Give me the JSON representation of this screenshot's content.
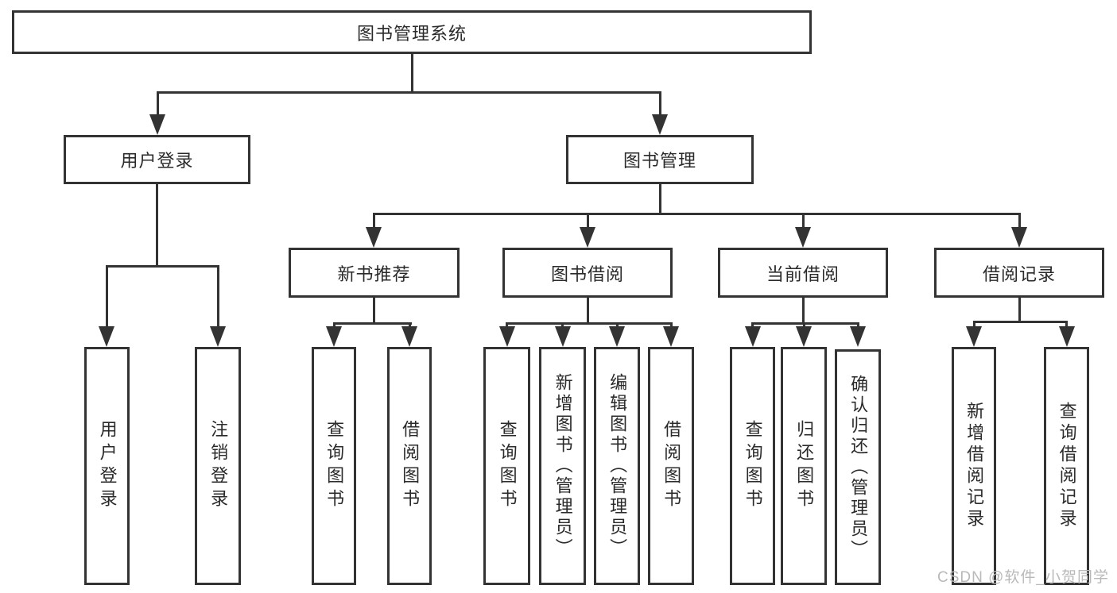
{
  "diagram": {
    "title_node": {
      "label": "图书管理系统"
    },
    "level2": [
      {
        "id": "user-login",
        "label": "用户登录"
      },
      {
        "id": "book-management",
        "label": "图书管理"
      }
    ],
    "level3": [
      {
        "id": "new-book-recommend",
        "label": "新书推荐"
      },
      {
        "id": "book-borrow",
        "label": "图书借阅"
      },
      {
        "id": "current-borrow",
        "label": "当前借阅"
      },
      {
        "id": "borrow-records",
        "label": "借阅记录"
      }
    ],
    "level4": {
      "user_login_children": [
        "用户登录",
        "注销登录"
      ],
      "new_book_children": [
        "查询图书",
        "借阅图书"
      ],
      "book_borrow_children": [
        "查询图书",
        "新增图书（管理员）",
        "编辑图书（管理员）",
        "借阅图书"
      ],
      "current_borrow_children": [
        "查询图书",
        "归还图书",
        "确认归还（管理员）"
      ],
      "borrow_record_children": [
        "新增借阅记录",
        "查询借阅记录"
      ]
    },
    "colors": {
      "line": "#333333",
      "text": "#2a2a2a",
      "background": "#ffffff",
      "watermark": "#b9b9b9"
    }
  },
  "watermark": {
    "text": "CSDN @软件_小贺同学"
  }
}
